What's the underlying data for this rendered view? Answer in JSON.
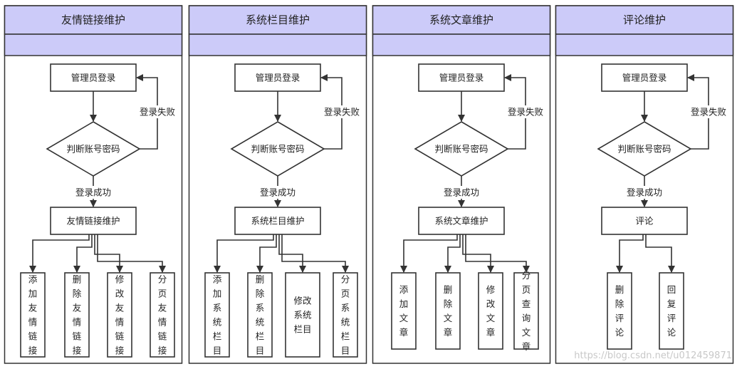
{
  "panels": [
    {
      "title": "友情链接维护",
      "login": "管理员登录",
      "decision": "判断账号密码",
      "fail": "登录失败",
      "success": "登录成功",
      "module": "友情链接维护",
      "children": [
        "添加友情链接",
        "删除友情链接",
        "修改友情链接",
        "分页友情链接"
      ]
    },
    {
      "title": "系统栏目维护",
      "login": "管理员登录",
      "decision": "判断账号密码",
      "fail": "登录失败",
      "success": "登录成功",
      "module": "系统栏目维护",
      "children": [
        "添加系统栏目",
        "删除系统栏目",
        "修改系统栏目",
        "分页系统栏目"
      ]
    },
    {
      "title": "系统文章维护",
      "login": "管理员登录",
      "decision": "判断账号密码",
      "fail": "登录失败",
      "success": "登录成功",
      "module": "系统文章维护",
      "children": [
        "添加文章",
        "删除文章",
        "修改文章",
        "分页查询文章"
      ]
    },
    {
      "title": "评论维护",
      "login": "管理员登录",
      "decision": "判断账号密码",
      "fail": "登录失败",
      "success": "登录成功",
      "module": "评论",
      "children": [
        "删除评论",
        "回复评论"
      ]
    }
  ],
  "watermark": "https://blog.csdn.net/u012459871",
  "colors": {
    "header": "#cccbf9",
    "line": "#333333",
    "box": "#ffffff"
  }
}
